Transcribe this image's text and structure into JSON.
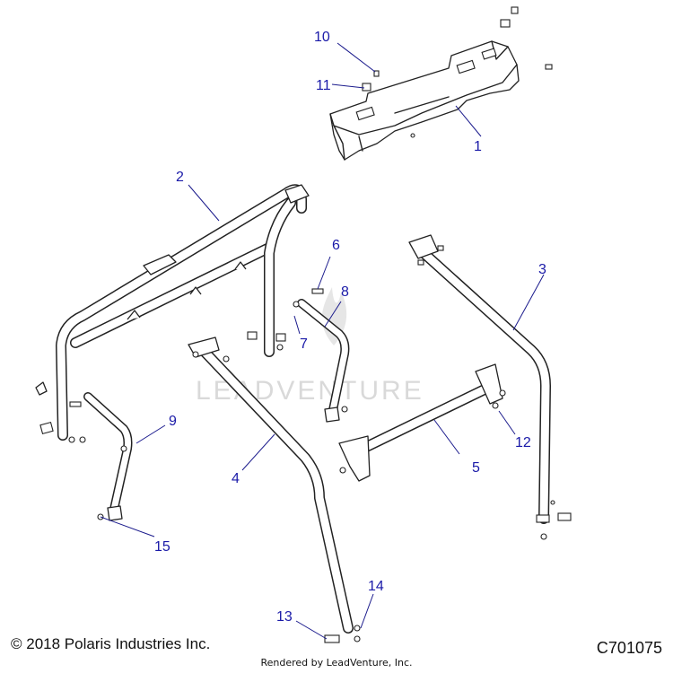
{
  "watermark": "LEADVENTURE",
  "copyright": "© 2018 Polaris Industries Inc.",
  "diagram_code": "C701075",
  "rendered_by": "Rendered by LeadVenture, Inc.",
  "callouts": [
    {
      "id": "1",
      "label": "1"
    },
    {
      "id": "2",
      "label": "2"
    },
    {
      "id": "3",
      "label": "3"
    },
    {
      "id": "4",
      "label": "4"
    },
    {
      "id": "5",
      "label": "5"
    },
    {
      "id": "6",
      "label": "6"
    },
    {
      "id": "7",
      "label": "7"
    },
    {
      "id": "8",
      "label": "8"
    },
    {
      "id": "9",
      "label": "9"
    },
    {
      "id": "10",
      "label": "10"
    },
    {
      "id": "11",
      "label": "11"
    },
    {
      "id": "12",
      "label": "12"
    },
    {
      "id": "13",
      "label": "13"
    },
    {
      "id": "14",
      "label": "14"
    },
    {
      "id": "15",
      "label": "15"
    }
  ]
}
